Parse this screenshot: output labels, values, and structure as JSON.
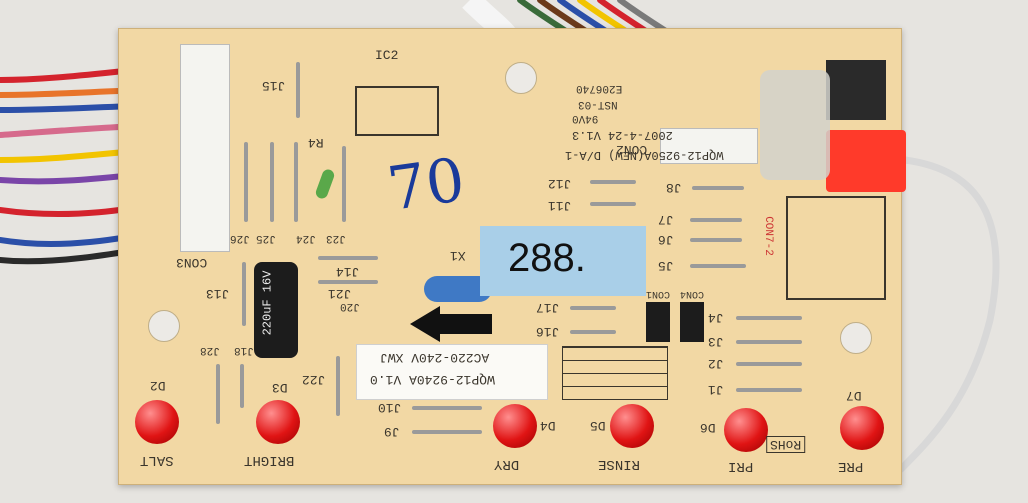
{
  "board": {
    "model_label_1": "WQP12-9240A V1.0",
    "model_label_2": "AC220-240V XWJ",
    "pcb_code": "WQP12-9250A(NEW) D/A-1",
    "date_code": "2007-4-24 V1.3",
    "ul_code": "94V0",
    "e_number": "E206740",
    "nst_code": "NST-03",
    "rohs": "RoHS",
    "handwritten_number": "70",
    "sticker_value": "288."
  },
  "connectors": {
    "con1": "CON1",
    "con2": "CON2",
    "con3": "CON3",
    "con4": "CON4",
    "con7": "CON7-2"
  },
  "components": {
    "ic2": "IC2",
    "r4": "R4",
    "x1": "X1",
    "capacitor": "220uF 16V"
  },
  "jumpers": [
    "J1",
    "J2",
    "J3",
    "J4",
    "J5",
    "J6",
    "J7",
    "J8",
    "J9",
    "J10",
    "J11",
    "J12",
    "J13",
    "J14",
    "J15",
    "J16",
    "J17",
    "J18",
    "J20",
    "J21",
    "J22",
    "J23",
    "J24",
    "J25",
    "J26",
    "J28"
  ],
  "leds": [
    {
      "ref": "D2",
      "label": "SALT"
    },
    {
      "ref": "D3",
      "label": "BRIGHT"
    },
    {
      "ref": "D4",
      "label": "DRY"
    },
    {
      "ref": "D5",
      "label": "RINSE"
    },
    {
      "ref": "D6",
      "label": "PRI"
    },
    {
      "ref": "D7",
      "label": "PRE"
    }
  ],
  "colors": {
    "board": "#f2d8a4",
    "sticker": "#a9cfe8",
    "led": "#e01414",
    "connector": "#ff3a2a"
  }
}
